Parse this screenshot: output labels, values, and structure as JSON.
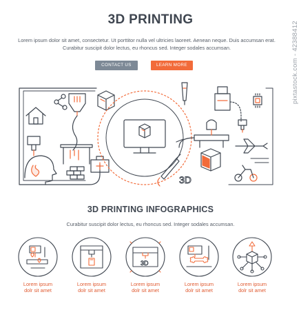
{
  "header": {
    "title": "3D PRINTING",
    "lead_line1": "Lorem ipsum dolor sit amet, consectetur. Ut porttitor nulla vel ultricies laoreet. Aenean neque. Duis accumsan erat.",
    "lead_line2": "Curabitur suscipit dolor lectus, eu rhoncus sed. Integer sodales accumsan."
  },
  "buttons": {
    "contact_label": "CONTACT US",
    "learn_label": "LEARN MORE"
  },
  "hero": {
    "monitor_label": "3D"
  },
  "infographics": {
    "title": "3D PRINTING INFOGRAPHICS",
    "subtitle": "Curabitur suscipit dolor lectus, eu rhoncus sed. Integer sodales accumsan.",
    "items": [
      {
        "line1": "Lorem ipsum",
        "line2": "dolr sit amet",
        "icon": "printer-figure-icon"
      },
      {
        "line1": "Lorem ipsum",
        "line2": "dolr sit amet",
        "icon": "printer-bottle-icon"
      },
      {
        "line1": "Lorem ipsum",
        "line2": "dolr sit amet",
        "icon": "printer-3d-text-icon"
      },
      {
        "line1": "Lorem ipsum",
        "line2": "dolr sit amet",
        "icon": "printer-bone-icon"
      },
      {
        "line1": "Lorem ipsum",
        "line2": "dolr sit amet",
        "icon": "cube-network-icon"
      }
    ],
    "item3_label": "3D"
  },
  "watermark": "pixtastock.com - 42388412",
  "colors": {
    "accent": "#f26b3a",
    "button_gray": "#7d8996",
    "line": "#3f4650",
    "text": "#555c66"
  }
}
